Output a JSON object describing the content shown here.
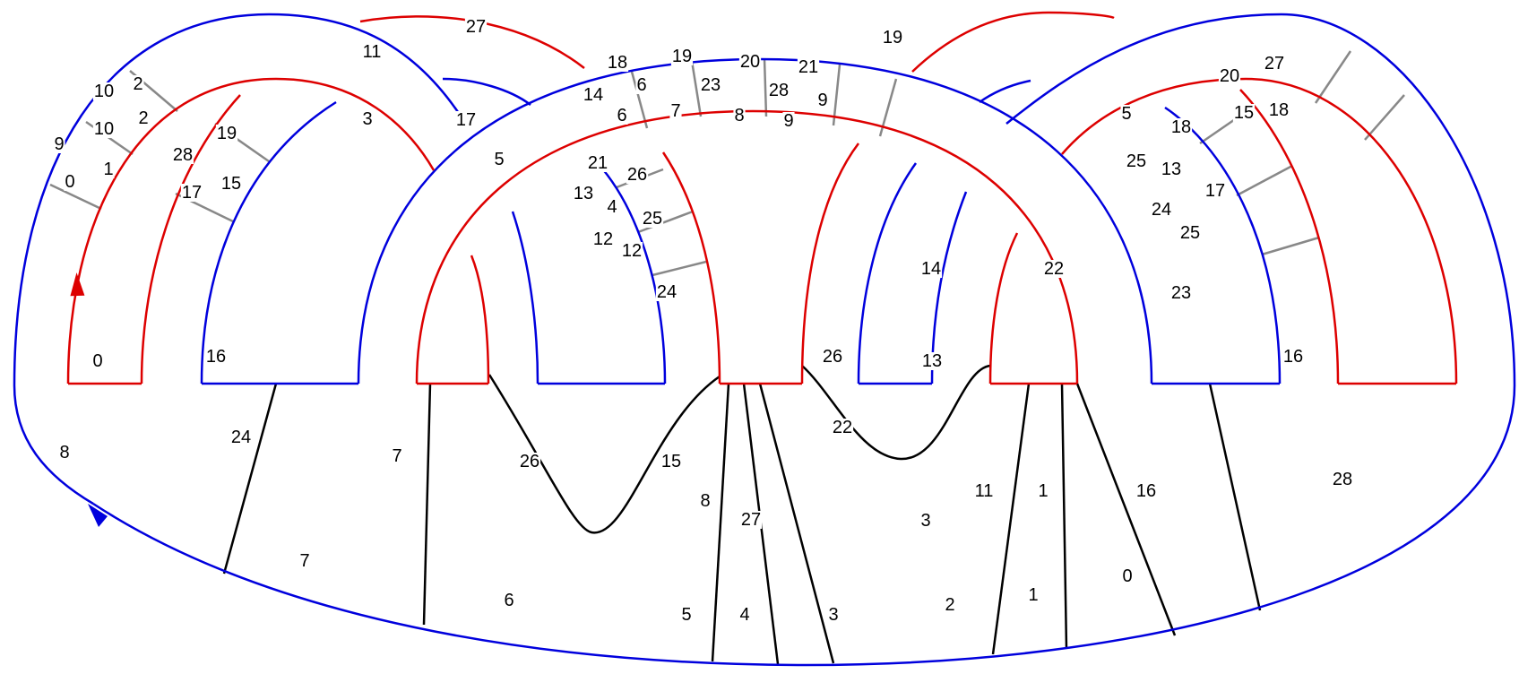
{
  "colors": {
    "red": "#dd0000",
    "blue": "#0000dd",
    "chord": "#000000",
    "light_red": "#f08080",
    "light_blue": "#8888ee",
    "grey": "#888888",
    "background": "#ffffff"
  },
  "arrows": [
    {
      "name": "red-direction-arrow",
      "color": "red"
    },
    {
      "name": "blue-direction-arrow",
      "color": "blue"
    }
  ],
  "labels": {
    "bottom_arc": [
      "8",
      "7",
      "6",
      "5",
      "4",
      "3",
      "2",
      "1",
      "0"
    ],
    "outer_left": [
      "9",
      "10",
      "10",
      "2",
      "0",
      "1",
      "2",
      "11",
      "27",
      "3"
    ],
    "left_arches": [
      "28",
      "19",
      "17",
      "15",
      "16",
      "0"
    ],
    "center_top": [
      "18",
      "19",
      "20",
      "21",
      "14",
      "6",
      "23",
      "28",
      "9",
      "6",
      "7",
      "8",
      "9",
      "17",
      "5"
    ],
    "center_inner": [
      "21",
      "26",
      "13",
      "4",
      "25",
      "12",
      "12",
      "24"
    ],
    "center_arches": [
      "14",
      "26",
      "13",
      "22"
    ],
    "right_arches": [
      "19",
      "20",
      "27",
      "15",
      "18",
      "5",
      "18",
      "25",
      "13",
      "17",
      "24",
      "25",
      "23",
      "22",
      "16",
      "28"
    ],
    "chords": [
      "24",
      "7",
      "26",
      "15",
      "8",
      "27",
      "3",
      "11",
      "1",
      "16"
    ]
  }
}
